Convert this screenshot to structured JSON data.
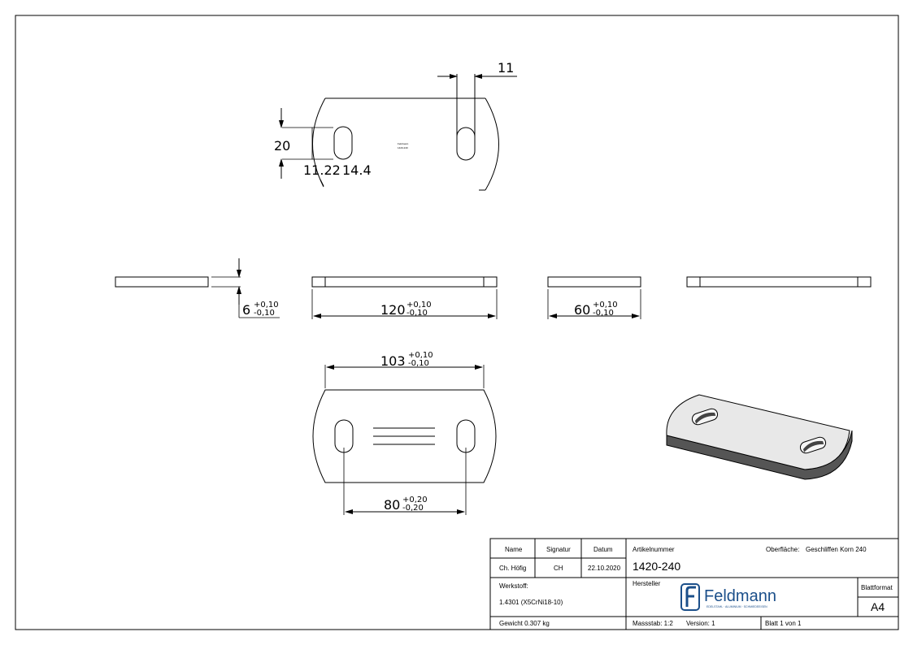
{
  "dimensions": {
    "slot_width": "11",
    "slot_length": "20",
    "slot_radius": "11.22",
    "arc_radius": "14.4",
    "thickness": "6",
    "thickness_tol_plus": "+0,10",
    "thickness_tol_minus": "-0,10",
    "length": "120",
    "length_tol_plus": "+0,10",
    "length_tol_minus": "-0,10",
    "width": "60",
    "width_tol_plus": "+0,10",
    "width_tol_minus": "-0,10",
    "flat_length": "103",
    "flat_length_tol_plus": "+0,10",
    "flat_length_tol_minus": "-0,10",
    "hole_spacing": "80",
    "hole_spacing_tol_plus": "+0,20",
    "hole_spacing_tol_minus": "-0,20"
  },
  "engraving": {
    "line1": "Feldmann",
    "line2": "1420-240"
  },
  "title_block": {
    "col_name": "Name",
    "col_signatur": "Signatur",
    "col_datum": "Datum",
    "name_value": "Ch. Höfig",
    "signatur_value": "CH",
    "datum_value": "22.10.2020",
    "artikelnummer_label": "Artikelnummer",
    "artikelnummer_value": "1420-240",
    "oberflaeche_label": "Oberfläche:",
    "oberflaeche_value": "Geschliffen Korn 240",
    "werkstoff_label": "Werkstoff:",
    "werkstoff_value": "1.4301 (X5CrNi18-10)",
    "hersteller_label": "Hersteller",
    "logo_name": "Feldmann",
    "logo_tagline": "EDELSTAHL · ALUMINIUM · SCHMIEDEEISEN",
    "blattformat_label": "Blattformat",
    "blattformat_value": "A4",
    "gewicht": "Gewicht 0.307 kg",
    "massstab": "Massstab: 1:2",
    "version": "Version: 1",
    "blatt": "Blatt 1 von 1"
  },
  "colors": {
    "brand": "#1b4f8a",
    "plate_top": "#e8e8e8",
    "plate_side": "#555555"
  }
}
